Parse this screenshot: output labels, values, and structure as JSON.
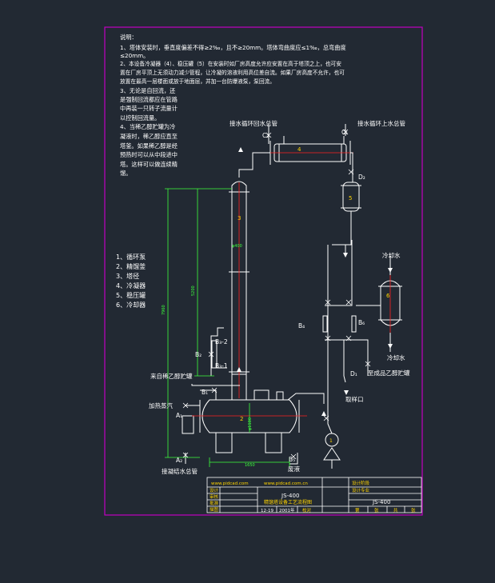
{
  "notes": {
    "heading": "说明：",
    "lines": [
      "1、塔体安装时，垂直度偏差不得≥2‰，且不≥20mm。塔体弯曲度应≤1‰，总弯曲度",
      "≤20mm。",
      "2、本设备冷凝器（4）、稳压罐（5）在安装时如厂房高度允许应安置在高于塔顶之上，也可安",
      "置在厂房平顶上无须动力减少管程，让冷凝的溶液利用高位差自流。如果厂房高度不允许，也可",
      "放置在最高一层楼面或放于地面层，并加一台防爆液泵，泵回流。",
      "3、无论是自回流，还",
      "是强制回流都应在管路",
      "中再装一只转子流量计",
      "以控制回流量。",
      "4、当稀乙醇贮罐为冷",
      "凝液时，稀乙醇应直至",
      "塔釜。如果稀乙醇是经",
      "预热时可以从中段进中",
      "塔。这样可以做连续精",
      "馏。"
    ]
  },
  "legend": [
    "1、循环泵",
    "2、精馏釜",
    "3、塔径",
    "4、冷凝器",
    "5、稳压罐",
    "6、冷却器"
  ],
  "labels": {
    "return_top_left": "接水循环回水总管",
    "return_top_right": "接水循环上水总管",
    "cooling_water_top": "冷却水",
    "cooling_water_bottom": "冷却水",
    "dilute_ethanol_in": "来自稀乙醇贮罐",
    "heating_steam": "加热蒸汽",
    "condensate_main": "接凝结水总管",
    "waste": "废液",
    "sample": "取样口",
    "to_finished": "至成品乙醇贮罐"
  },
  "valves": {
    "C2": "C₂",
    "C1": "C₁",
    "D2": "D₂",
    "D1": "D₁",
    "B1": "B₁",
    "B2": "B₂",
    "B3_2": "B₃-2",
    "B3_1": "B₃-1",
    "B4": "B₄",
    "B5": "B₅",
    "B6": "B₆",
    "A1": "A₁",
    "A2": "A₂"
  },
  "equipment_numbers": {
    "n1": "1",
    "n2": "2",
    "n3": "3",
    "n4": "4",
    "n5": "5",
    "n6": "6"
  },
  "dimensions": {
    "total_height": "7960",
    "column_height": "5200",
    "column_dia": "φ400",
    "kettle_dia": "φ1100",
    "kettle_len": "1650"
  },
  "title_block": {
    "website1": "www.pidcad.com",
    "website2": "www.pidcad.com.cn",
    "model": "JS-400",
    "drawing_title": "精馏塔设备工艺流程图",
    "model_right": "JS-400",
    "row_labels": [
      "设计",
      "审核",
      "批准",
      "描图"
    ],
    "date": "12-19",
    "year": "2001年",
    "checker": "校对",
    "right_labels": [
      "设计阶段",
      "设计专业"
    ],
    "bottom_right": [
      "第",
      "张",
      "共",
      "张"
    ]
  },
  "colors": {
    "background": "#222933",
    "frame": "#c200c2",
    "lines": "#ffffff",
    "dims": "#3cff3c",
    "red": "#ff2020",
    "yellow": "#ffd400"
  }
}
